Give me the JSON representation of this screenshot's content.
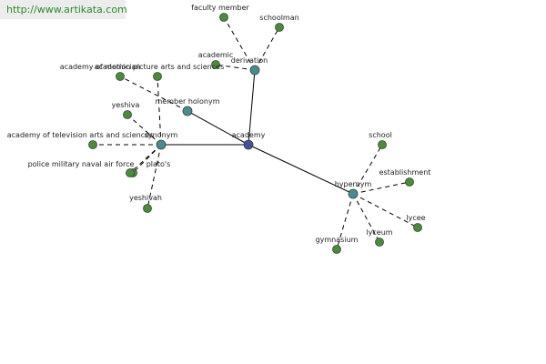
{
  "source_url": "http://www.artikata.com",
  "colors": {
    "edge": "#000000",
    "center_node": "#4a4f9a",
    "relation_node": "#4a8a95",
    "term_node": "#4d8a3d",
    "node_stroke": "#2e4a2e",
    "source_text": "#2b8a2b",
    "label_text": "#222222"
  },
  "nodes": [
    {
      "id": "academy",
      "label": "academy",
      "kind": "center"
    },
    {
      "id": "derivation",
      "label": "derivation",
      "kind": "relation"
    },
    {
      "id": "member_holonym",
      "label": "member holonym",
      "kind": "relation"
    },
    {
      "id": "synonym",
      "label": "synonym",
      "kind": "relation"
    },
    {
      "id": "hypernym",
      "label": "hypernym",
      "kind": "relation"
    },
    {
      "id": "faculty_member",
      "label": "faculty member",
      "kind": "term"
    },
    {
      "id": "schoolman",
      "label": "schoolman",
      "kind": "term"
    },
    {
      "id": "academic",
      "label": "academic",
      "kind": "term"
    },
    {
      "id": "academician",
      "label": "academician",
      "kind": "term"
    },
    {
      "id": "ampas",
      "label": "academy of motion picture arts and sciences",
      "kind": "term"
    },
    {
      "id": "yeshiva",
      "label": "yeshiva",
      "kind": "term"
    },
    {
      "id": "atas",
      "label": "academy of television arts and sciences",
      "kind": "term"
    },
    {
      "id": "platos",
      "label": "plato's",
      "kind": "term"
    },
    {
      "id": "pmnaf",
      "label": "police military naval air force",
      "kind": "term"
    },
    {
      "id": "yeshivah",
      "label": "yeshivah",
      "kind": "term"
    },
    {
      "id": "school",
      "label": "school",
      "kind": "term"
    },
    {
      "id": "establishment",
      "label": "establishment",
      "kind": "term"
    },
    {
      "id": "lycee",
      "label": "lycee",
      "kind": "term"
    },
    {
      "id": "lyceum",
      "label": "lyceum",
      "kind": "term"
    },
    {
      "id": "gymnasium",
      "label": "gymnasium",
      "kind": "term"
    }
  ],
  "edges": [
    {
      "from": "academy",
      "to": "derivation",
      "style": "solid"
    },
    {
      "from": "academy",
      "to": "member_holonym",
      "style": "solid"
    },
    {
      "from": "academy",
      "to": "synonym",
      "style": "solid"
    },
    {
      "from": "academy",
      "to": "hypernym",
      "style": "solid"
    },
    {
      "from": "derivation",
      "to": "faculty_member",
      "style": "dashed"
    },
    {
      "from": "derivation",
      "to": "schoolman",
      "style": "dashed"
    },
    {
      "from": "derivation",
      "to": "academic",
      "style": "dashed"
    },
    {
      "from": "member_holonym",
      "to": "ampas",
      "style": "dashed"
    },
    {
      "from": "synonym",
      "to": "academician",
      "style": "dashed"
    },
    {
      "from": "synonym",
      "to": "yeshiva",
      "style": "dashed"
    },
    {
      "from": "synonym",
      "to": "atas",
      "style": "dashed"
    },
    {
      "from": "synonym",
      "to": "platos",
      "style": "dashed"
    },
    {
      "from": "synonym",
      "to": "pmnaf",
      "style": "dashed"
    },
    {
      "from": "synonym",
      "to": "yeshivah",
      "style": "dashed"
    },
    {
      "from": "hypernym",
      "to": "school",
      "style": "dashed"
    },
    {
      "from": "hypernym",
      "to": "establishment",
      "style": "dashed"
    },
    {
      "from": "hypernym",
      "to": "lycee",
      "style": "dashed"
    },
    {
      "from": "hypernym",
      "to": "lyceum",
      "style": "dashed"
    },
    {
      "from": "hypernym",
      "to": "gymnasium",
      "style": "dashed"
    }
  ]
}
